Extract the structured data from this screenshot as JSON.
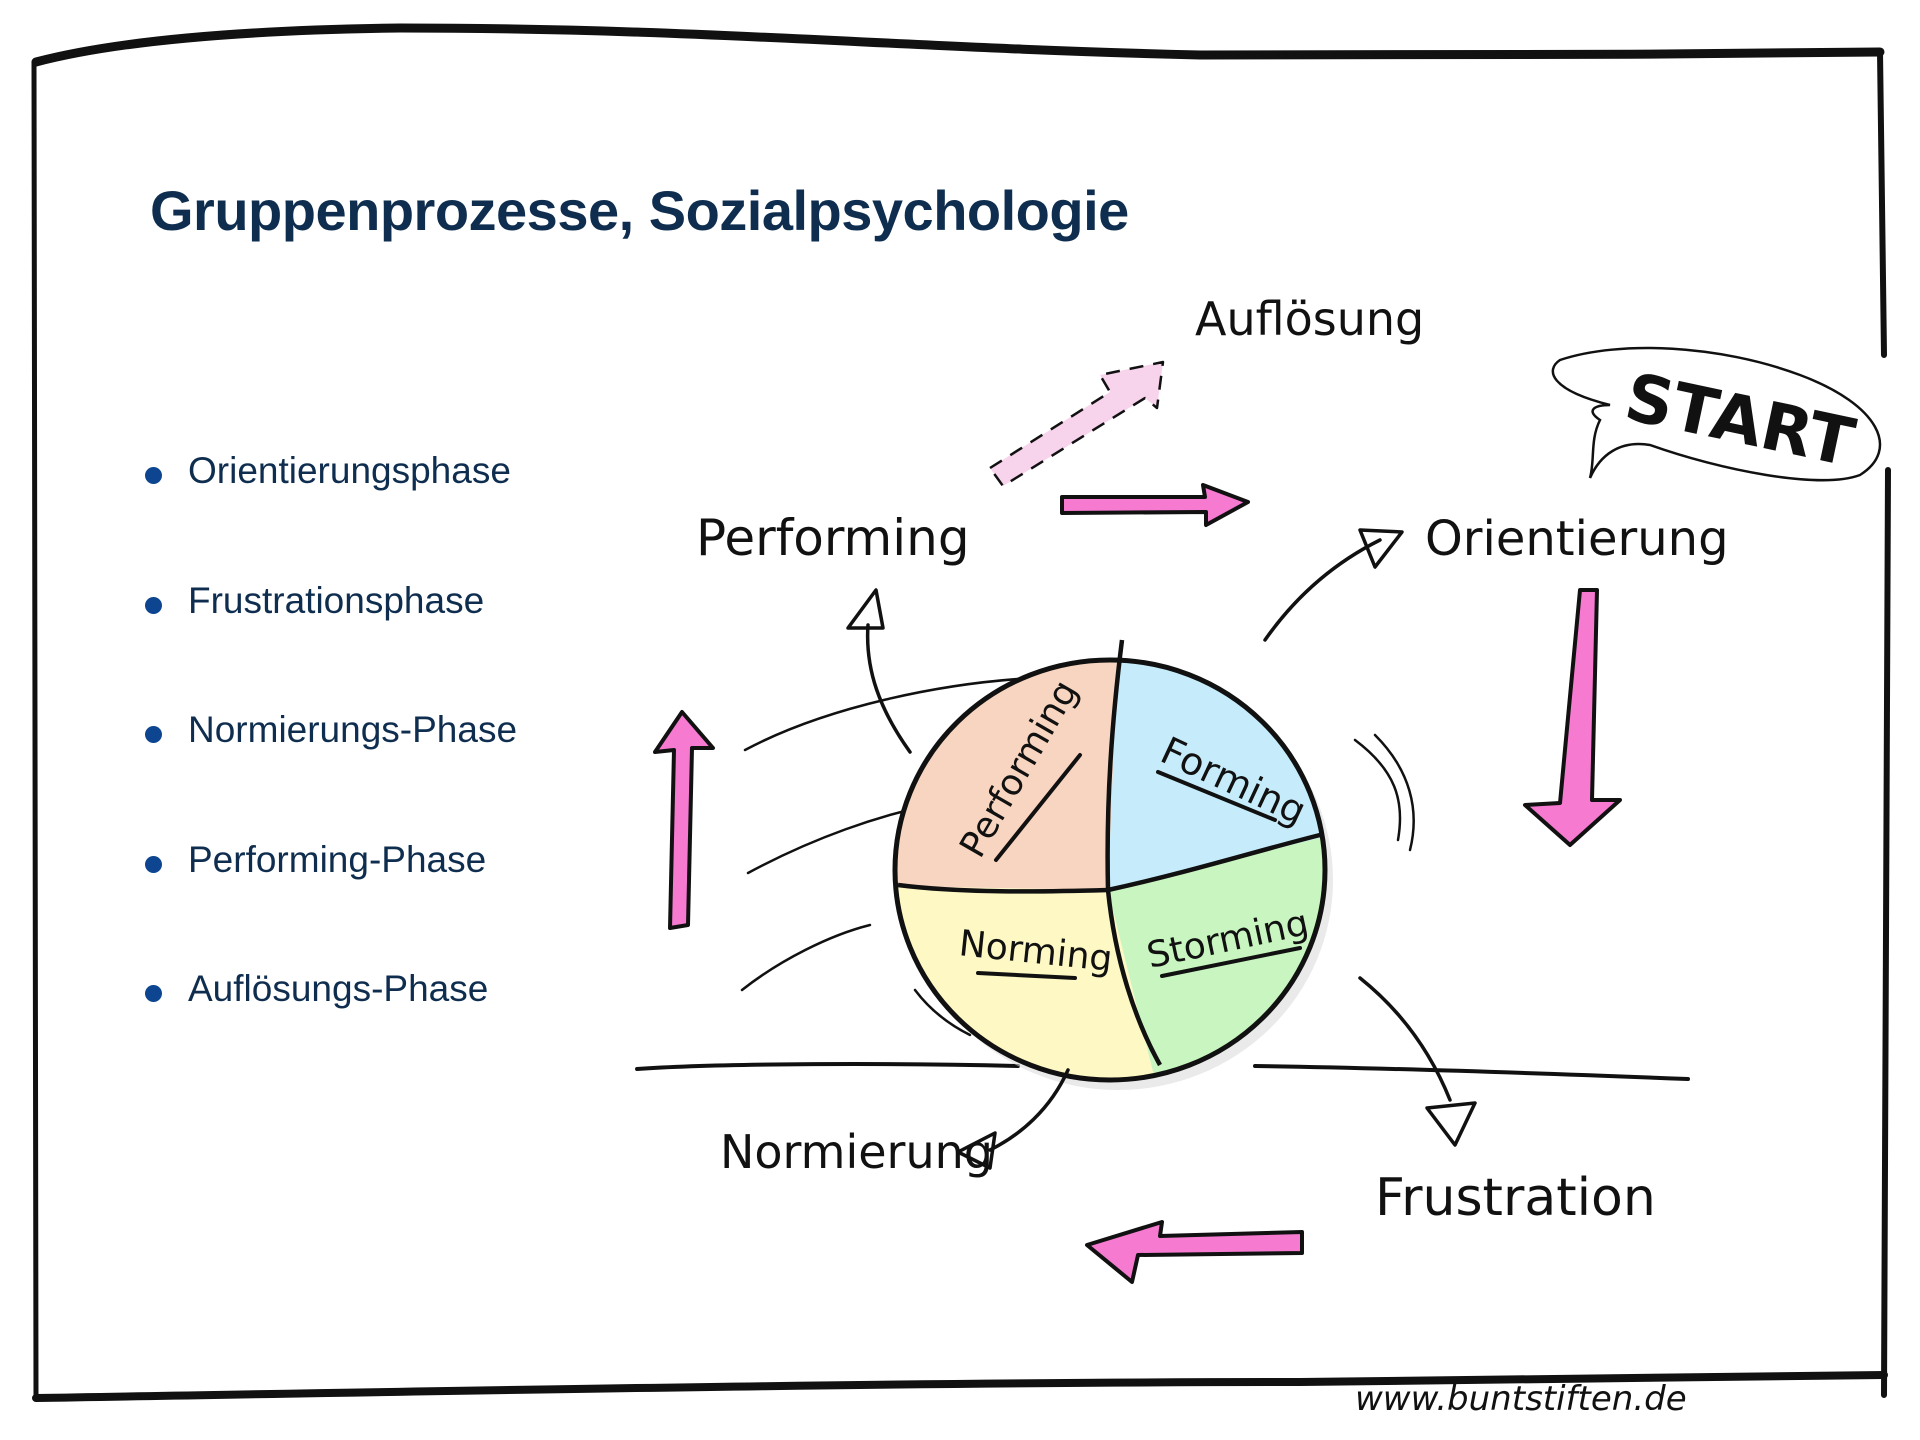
{
  "title": "Gruppenprozesse, Sozialpsychologie",
  "phases_list": [
    {
      "label": "Orientierungsphase"
    },
    {
      "label": "Frustrationsphase"
    },
    {
      "label": "Normierungs-Phase"
    },
    {
      "label": "Performing-Phase"
    },
    {
      "label": "Auflösungs-Phase"
    }
  ],
  "diagram": {
    "start_bubble": "START",
    "stage_labels": {
      "orientierung": "Orientierung",
      "frustration": "Frustration",
      "normierung": "Normierung",
      "performing": "Performing",
      "aufloesung": "Auflösung"
    },
    "ball_quadrants": [
      {
        "label": "Performing",
        "color": "#f8d5c0"
      },
      {
        "label": "Forming",
        "color": "#c6ecfb"
      },
      {
        "label": "Storming",
        "color": "#c8f5c0"
      },
      {
        "label": "Norming",
        "color": "#fdf8c4"
      }
    ],
    "arrow_color": "#f57ad0",
    "arrow_faded_color": "#f8d3ec"
  },
  "footer": {
    "credit": "www.buntstiften.de"
  }
}
